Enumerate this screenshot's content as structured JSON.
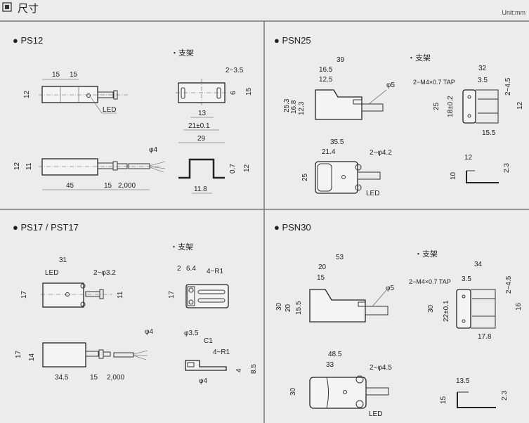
{
  "header": {
    "icon": "square-bullet-icon",
    "title": "尺寸",
    "unit": "Unit:mm"
  },
  "ps12": {
    "title": "● PS12",
    "bracket": "・支架",
    "d15a": "15",
    "d15b": "15",
    "h12": "12",
    "led": "LED",
    "s12": "12",
    "s11": "11",
    "l45": "45",
    "l15": "15",
    "l2000": "2,000",
    "phi4": "φ4",
    "b_slot": "2−3.5",
    "b6": "6",
    "b15": "15",
    "b13": "13",
    "b21": "21±0.1",
    "b29": "29",
    "b07": "0.7",
    "b12": "12",
    "b118": "11.8"
  },
  "psn25": {
    "title": "● PSN25",
    "bracket": "・支架",
    "l39": "39",
    "l165": "16.5",
    "l125": "12.5",
    "phi5": "φ5",
    "h253": "25.3",
    "h168": "16.8",
    "h123": "12.3",
    "l355": "35.5",
    "l214": "21.4",
    "holes": "2−φ4.2",
    "h25": "25",
    "led": "LED",
    "b32": "32",
    "b35": "3.5",
    "tap": "2−M4×0.7 TAP",
    "b45": "2−4.5",
    "b25": "25",
    "b18": "18±0.2",
    "b12": "12",
    "b155": "15.5",
    "s12": "12",
    "s10": "10",
    "s23": "2.3"
  },
  "ps17": {
    "title": "● PS17 / PST17",
    "bracket": "・支架",
    "l31": "31",
    "led": "LED",
    "holes": "2−φ3.2",
    "h17": "17",
    "h11": "11",
    "s17": "17",
    "s14": "14",
    "l345": "34.5",
    "l15": "15",
    "l2000": "2,000",
    "phi4": "φ4",
    "b2": "2",
    "b64": "6.4",
    "br1": "4−R1",
    "b17": "17",
    "phi35": "φ3.5",
    "c1": "C1",
    "sr1": "4−R1",
    "s4": "4",
    "s85": "8.5",
    "sphi4": "φ4"
  },
  "psn30": {
    "title": "● PSN30",
    "bracket": "・支架",
    "l53": "53",
    "l20": "20",
    "l15": "15",
    "phi5": "φ5",
    "h30": "30",
    "h20": "20",
    "h155": "15.5",
    "l485": "48.5",
    "l33": "33",
    "holes": "2−φ4.5",
    "h30b": "30",
    "led": "LED",
    "b34": "34",
    "b35": "3.5",
    "tap": "2−M4×0.7 TAP",
    "b45": "2−4.5",
    "b30": "30",
    "b22": "22±0.1",
    "b16": "16",
    "b178": "17.8",
    "s135": "13.5",
    "s15": "15",
    "s23": "2.3"
  }
}
